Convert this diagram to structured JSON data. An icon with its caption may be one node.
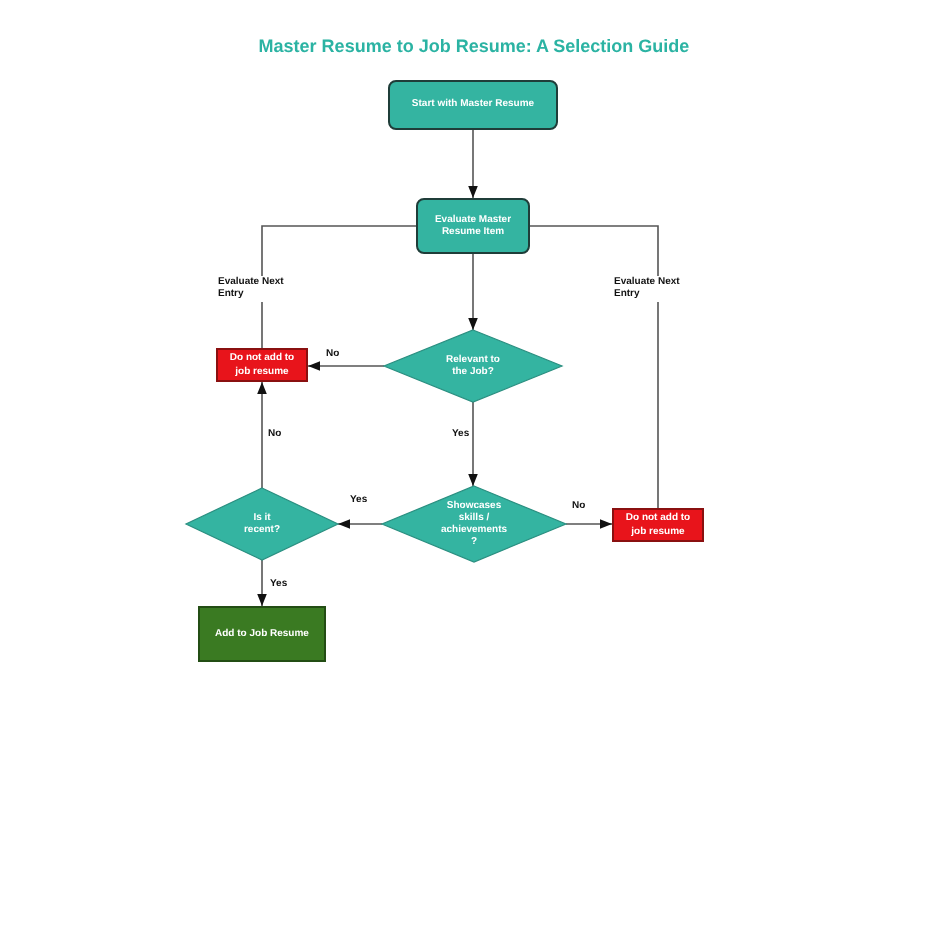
{
  "diagram": {
    "title": "Master Resume to Job Resume: A Selection Guide",
    "nodes": [
      {
        "text": [
          "Start with Master Resume"
        ]
      },
      {
        "text": [
          "Evaluate Master Resume Item"
        ]
      },
      {
        "text": [
          "Do not add to job resume"
        ]
      },
      {
        "text": [
          "Relevant to the Job?"
        ]
      },
      {
        "text": [
          "Is it recent?"
        ]
      },
      {
        "text": [
          "Showcases skills / achievements ?"
        ]
      },
      {
        "text": [
          "Do not add to job resume"
        ]
      },
      {
        "text": [
          "Add to Job Resume"
        ]
      }
    ],
    "edges": [
      {
        "from": 0,
        "to": 1,
        "arrow": "to"
      },
      {
        "from": 1,
        "to": 3,
        "arrow": "to"
      },
      {
        "from": 3,
        "to": 2,
        "arrow": "to",
        "label": "No"
      },
      {
        "from": 3,
        "to": 5,
        "arrow": "to",
        "label": "Yes"
      },
      {
        "from": 5,
        "to": 4,
        "arrow": "to",
        "label": "Yes"
      },
      {
        "from": 5,
        "to": 6,
        "arrow": "to",
        "label": "No"
      },
      {
        "from": 4,
        "to": 2,
        "arrow": "to",
        "label": "No"
      },
      {
        "from": 4,
        "to": 7,
        "arrow": "to",
        "label": "Yes"
      },
      {
        "from": 2,
        "to": 1,
        "arrow": "none",
        "label": "Evaluate Next Entry"
      },
      {
        "from": 6,
        "to": 1,
        "arrow": "none",
        "label": "Evaluate Next Entry"
      }
    ]
  }
}
